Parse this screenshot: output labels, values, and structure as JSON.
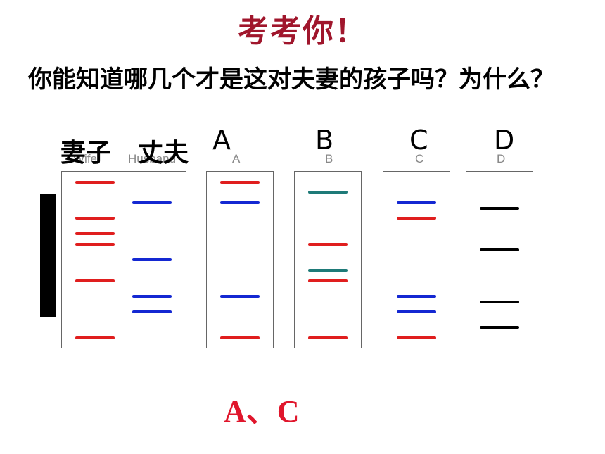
{
  "title": "考考你！",
  "question": "你能知道哪几个才是这对夫妻的孩子吗？为什么？",
  "parents": {
    "wife_cn": "妻子",
    "husband_cn": "丈夫",
    "wife_en": "Wife",
    "husband_en": "Husband"
  },
  "options": [
    {
      "big": "A",
      "small": "A"
    },
    {
      "big": "B",
      "small": "B"
    },
    {
      "big": "C",
      "small": "C"
    },
    {
      "big": "D",
      "small": "D"
    }
  ],
  "answer": "A、C",
  "colors": {
    "red": "#e01e1e",
    "blue": "#1428d2",
    "teal": "#1e7a78",
    "black": "#000000",
    "title": "#a0162c",
    "answer": "#e0162c"
  }
}
